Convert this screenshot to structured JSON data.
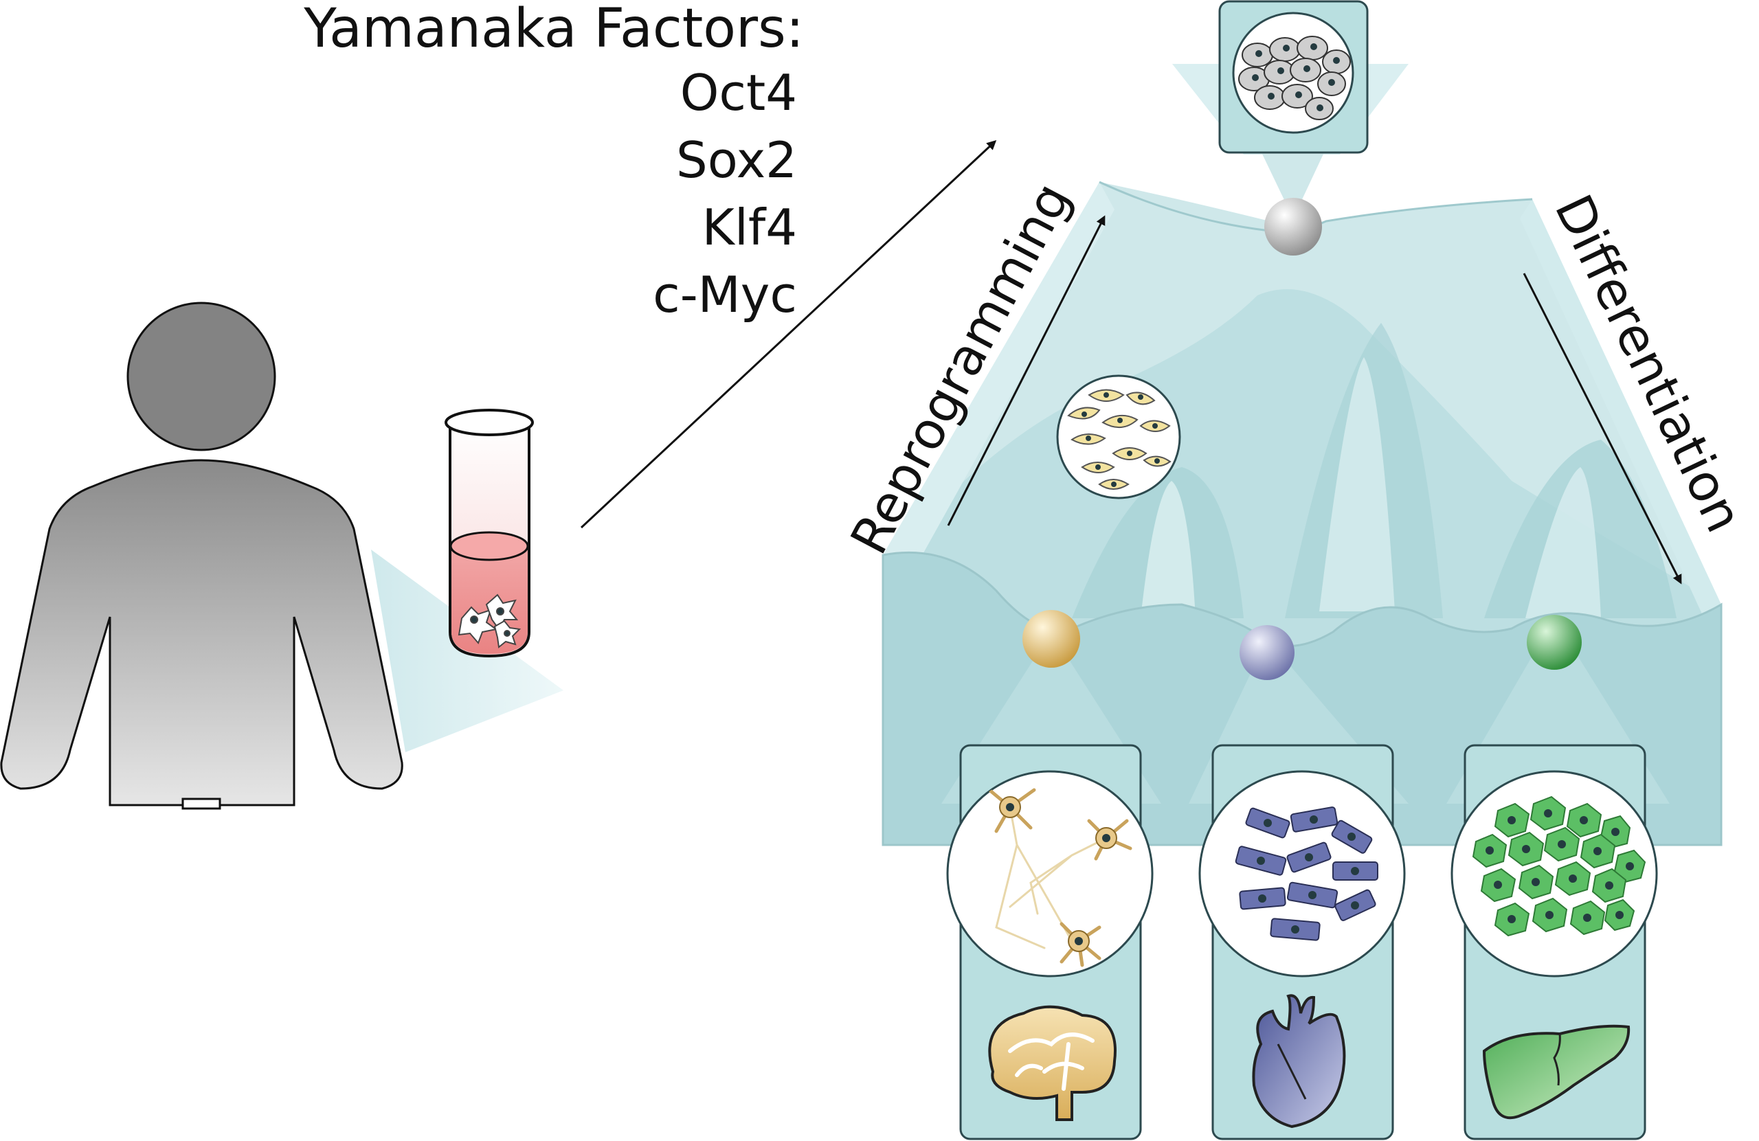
{
  "factors": {
    "title": "Yamanaka Factors:",
    "items": [
      "Oct4",
      "Sox2",
      "Klf4",
      "c-Myc"
    ]
  },
  "labels": {
    "reprogramming": "Reprogramming",
    "differentiation": "Differentiation"
  },
  "icons": {
    "person": "person-silhouette-icon",
    "tube": "test-tube-icon",
    "stem_cells": "pluripotent-stem-cells-icon",
    "fibroblasts": "fibroblast-cells-icon",
    "neurons": "neuron-cells-icon",
    "cardiomyocytes": "cardiomyocyte-cells-icon",
    "hepatocytes": "hepatocyte-cells-icon",
    "brain": "brain-icon",
    "heart": "heart-icon",
    "liver": "liver-icon"
  },
  "colors": {
    "landscape": "#bfe0e2",
    "landscape_dark": "#a7d1d5",
    "panel": "#b9dfe0",
    "panel_border": "#2d4a4f",
    "ball_stem": "#b8b8b8",
    "ball_neural": "#e2c47a",
    "ball_cardiac": "#8f95c7",
    "ball_hepatic": "#3fa84c",
    "neuron": "#e8c98a",
    "cardio": "#6a73b0",
    "hepato": "#5cbf65",
    "fibro": "#f3e3a0",
    "tube_liquid": "#f08f8f"
  }
}
